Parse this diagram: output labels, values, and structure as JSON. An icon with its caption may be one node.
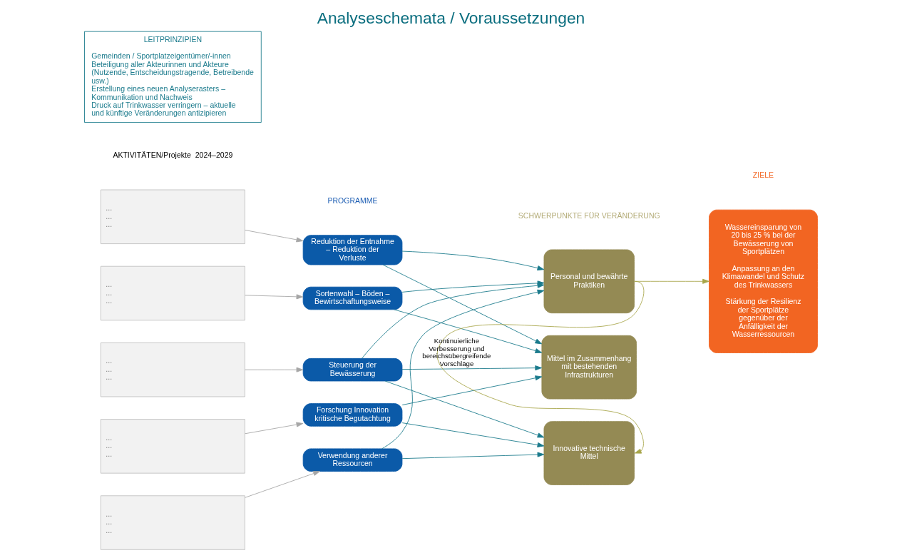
{
  "diagram": {
    "title": "Analyseschemata / Voraussetzungen",
    "nodes": [
      {
        "text": [
          "LEITPRINZIPIEN",
          "Gemeinden / Sportplatzeigentümer/-innen",
          "Beteiligung aller Akteurinnen und Akteure (Nutzende, Entscheidungstragende, Betreibende usw.)",
          "Erstellung eines neuen Analyserasters – Kommunikation und Nachweis",
          "Druck auf Trinkwasser verringern – aktuelle und künftige Veränderungen antizipieren"
        ]
      },
      {
        "text": [
          "...",
          "...",
          "..."
        ]
      },
      {
        "text": [
          "...",
          "...",
          "..."
        ]
      },
      {
        "text": [
          "...",
          "...",
          "..."
        ]
      },
      {
        "text": [
          "...",
          "...",
          "..."
        ]
      },
      {
        "text": [
          "...",
          "...",
          "..."
        ]
      },
      {
        "text": [
          "Reduktion der Entnahme – Reduktion der Verluste"
        ]
      },
      {
        "text": [
          "Sortenwahl – Böden – Bewirtschaftungsweise"
        ]
      },
      {
        "text": [
          "Steuerung der Bewässerung"
        ]
      },
      {
        "text": [
          "Forschung Innovation kritische Begutachtung"
        ]
      },
      {
        "text": [
          "Verwendung anderer Ressourcen"
        ]
      },
      {
        "text": [
          "Personal und bewährte Praktiken"
        ]
      },
      {
        "text": [
          "Mittel im Zusammenhang mit bestehenden Infrastrukturen"
        ]
      },
      {
        "text": [
          "Innovative technische Mittel"
        ]
      },
      {
        "text": [
          "Wassereinsparung von 20 bis 25 % bei der Bewässerung von Sportplätzen",
          "Anpassung an den Klimawandel und Schutz des Trinkwassers",
          "Stärkung der Resilienz der Sportplätze gegenüber der Anfälligkeit der Wasserressourcen"
        ]
      }
    ],
    "edges": [
      {
        "from": 1,
        "to": 6,
        "arrow": "to",
        "color": "#a6a6a6"
      },
      {
        "from": 2,
        "to": 7,
        "arrow": "to",
        "color": "#a6a6a6"
      },
      {
        "from": 3,
        "to": 8,
        "arrow": "to",
        "color": "#a6a6a6"
      },
      {
        "from": 4,
        "to": 9,
        "arrow": "to",
        "color": "#a6a6a6"
      },
      {
        "from": 5,
        "to": 10,
        "arrow": "to",
        "color": "#a6a6a6"
      },
      {
        "from": 6,
        "to": 11,
        "arrow": "to"
      },
      {
        "from": 6,
        "to": 12,
        "arrow": "to"
      },
      {
        "from": 7,
        "to": 11,
        "arrow": "to"
      },
      {
        "from": 7,
        "to": 12,
        "arrow": "to"
      },
      {
        "from": 8,
        "to": 11,
        "arrow": "to"
      },
      {
        "from": 8,
        "to": 12,
        "arrow": "to"
      },
      {
        "from": 8,
        "to": 13,
        "arrow": "to"
      },
      {
        "from": 9,
        "to": 12,
        "arrow": "to"
      },
      {
        "from": 9,
        "to": 13,
        "arrow": "to"
      },
      {
        "from": 10,
        "to": 13,
        "arrow": "to"
      },
      {
        "from": 10,
        "to": 11,
        "arrow": "to"
      },
      {
        "from": 11,
        "to": 14,
        "arrow": "to",
        "color": "#a8a64a"
      },
      {
        "from": 11,
        "to": 13,
        "arrow": "to",
        "label": "Kontinuierliche Verbesserung und bereichsübergreifende Vorschläge",
        "color": "#a8a64a"
      }
    ],
    "labels": [
      "AKTIVITÄTEN/Projekte  2024–2029",
      "PROGRAMME",
      "SCHWERPUNKTE FÜR VERÄNDERUNG",
      "ZIELE"
    ]
  }
}
